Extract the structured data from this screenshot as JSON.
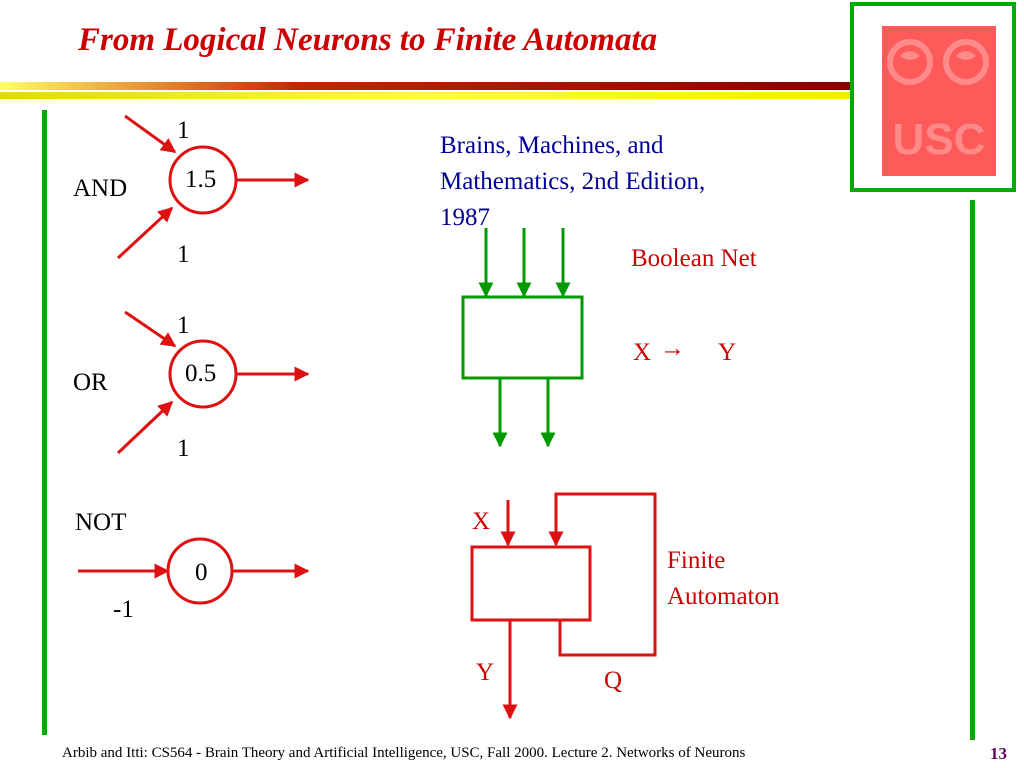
{
  "slide": {
    "title": "From Logical Neurons to Finite Automata",
    "footer": "Arbib and Itti: CS564 - Brain Theory and Artificial Intelligence,  USC, Fall 2000. Lecture 2. Networks of Neurons",
    "page_number": "13",
    "logo_text": "USC"
  },
  "neurons": {
    "and": {
      "label": "AND",
      "threshold": "1.5",
      "weight_top": "1",
      "weight_bottom": "1"
    },
    "or": {
      "label": "OR",
      "threshold": "0.5",
      "weight_top": "1",
      "weight_bottom": "1"
    },
    "not": {
      "label": "NOT",
      "threshold": "0",
      "weight": "-1"
    }
  },
  "reference": {
    "line1": "Brains, Machines, and",
    "line2": "Mathematics,  2nd Edition,",
    "line3": "1987"
  },
  "boolean_net": {
    "label": "Boolean Net",
    "mapping_x": "X",
    "mapping_arrow": "→",
    "mapping_y": "Y"
  },
  "finite_automaton": {
    "label_line1": "Finite",
    "label_line2": "Automaton",
    "input": "X",
    "output": "Y",
    "state": "Q"
  },
  "colors": {
    "title": "#cc0000",
    "neuron_red": "#dd1111",
    "green": "#009900",
    "blue_text": "#000099",
    "rule_dark_red": "#990000",
    "rule_yellow": "#e8e800"
  }
}
